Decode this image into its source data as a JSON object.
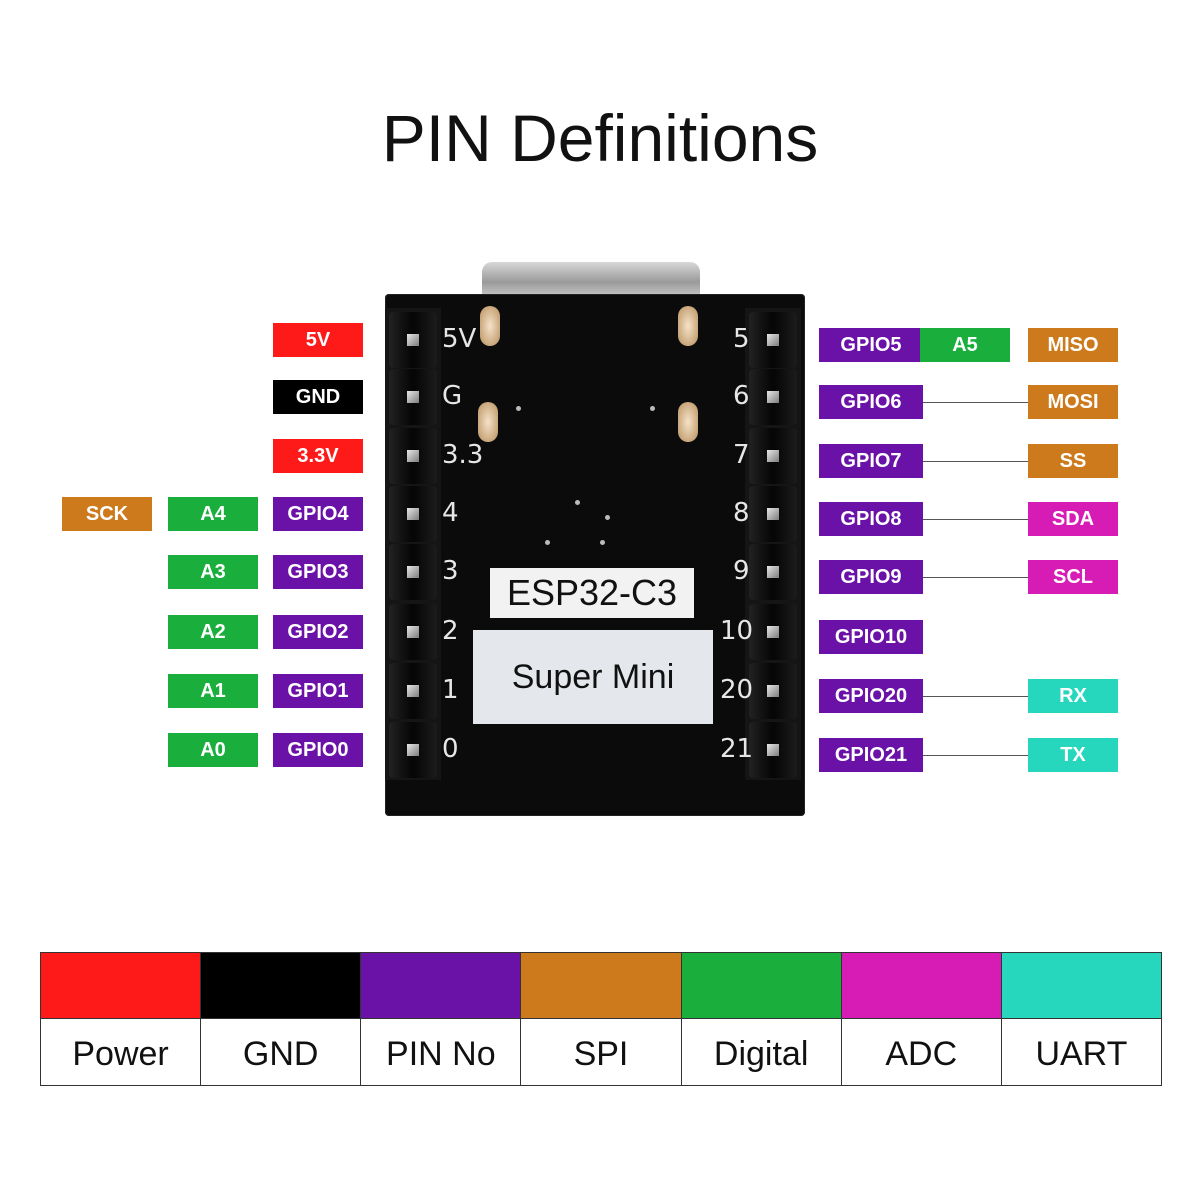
{
  "title": "PIN Definitions",
  "colors": {
    "power": "#ff1a1a",
    "gnd": "#000000",
    "pin": "#6a11a8",
    "spi": "#cc7a1c",
    "digital": "#1aae3c",
    "adc": "#d61cb4",
    "uart": "#26d6bd"
  },
  "board": {
    "chip": "ESP32-C3",
    "model": "Super Mini",
    "silk_left": [
      "5V",
      "G",
      "3.3",
      "4",
      "3",
      "2",
      "1",
      "0"
    ],
    "silk_right": [
      "5",
      "6",
      "7",
      "8",
      "9",
      "10",
      "20",
      "21"
    ]
  },
  "left_pins": [
    {
      "tags": [
        {
          "text": "5V",
          "type": "power"
        }
      ]
    },
    {
      "tags": [
        {
          "text": "GND",
          "type": "gnd"
        }
      ]
    },
    {
      "tags": [
        {
          "text": "3.3V",
          "type": "power"
        }
      ]
    },
    {
      "tags": [
        {
          "text": "GPIO4",
          "type": "pin"
        },
        {
          "text": "A4",
          "type": "digital"
        },
        {
          "text": "SCK",
          "type": "spi"
        }
      ]
    },
    {
      "tags": [
        {
          "text": "GPIO3",
          "type": "pin"
        },
        {
          "text": "A3",
          "type": "digital"
        }
      ]
    },
    {
      "tags": [
        {
          "text": "GPIO2",
          "type": "pin"
        },
        {
          "text": "A2",
          "type": "digital"
        }
      ]
    },
    {
      "tags": [
        {
          "text": "GPIO1",
          "type": "pin"
        },
        {
          "text": "A1",
          "type": "digital"
        }
      ]
    },
    {
      "tags": [
        {
          "text": "GPIO0",
          "type": "pin"
        },
        {
          "text": "A0",
          "type": "digital"
        }
      ]
    }
  ],
  "right_pins": [
    {
      "gpio": "GPIO5",
      "mid": {
        "text": "A5",
        "type": "digital"
      },
      "func": {
        "text": "MISO",
        "type": "spi"
      }
    },
    {
      "gpio": "GPIO6",
      "func": {
        "text": "MOSI",
        "type": "spi"
      }
    },
    {
      "gpio": "GPIO7",
      "func": {
        "text": "SS",
        "type": "spi"
      }
    },
    {
      "gpio": "GPIO8",
      "func": {
        "text": "SDA",
        "type": "adc"
      }
    },
    {
      "gpio": "GPIO9",
      "func": {
        "text": "SCL",
        "type": "adc"
      }
    },
    {
      "gpio": "GPIO10"
    },
    {
      "gpio": "GPIO20",
      "func": {
        "text": "RX",
        "type": "uart"
      }
    },
    {
      "gpio": "GPIO21",
      "func": {
        "text": "TX",
        "type": "uart"
      }
    }
  ],
  "legend": [
    {
      "label": "Power",
      "color": "#ff1a1a"
    },
    {
      "label": "GND",
      "color": "#000000"
    },
    {
      "label": "PIN No",
      "color": "#6a11a8"
    },
    {
      "label": "SPI",
      "color": "#cc7a1c"
    },
    {
      "label": "Digital",
      "color": "#1aae3c"
    },
    {
      "label": "ADC",
      "color": "#d61cb4"
    },
    {
      "label": "UART",
      "color": "#26d6bd"
    }
  ]
}
